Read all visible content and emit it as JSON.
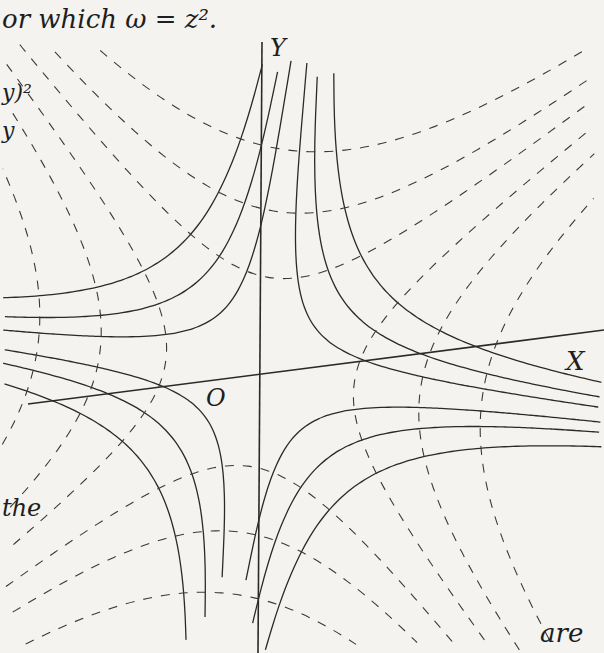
{
  "diagram": {
    "labels": [
      "or which ω = z².",
      "Y",
      "y)²",
      "y",
      "X",
      "O",
      "the",
      "are"
    ]
  }
}
